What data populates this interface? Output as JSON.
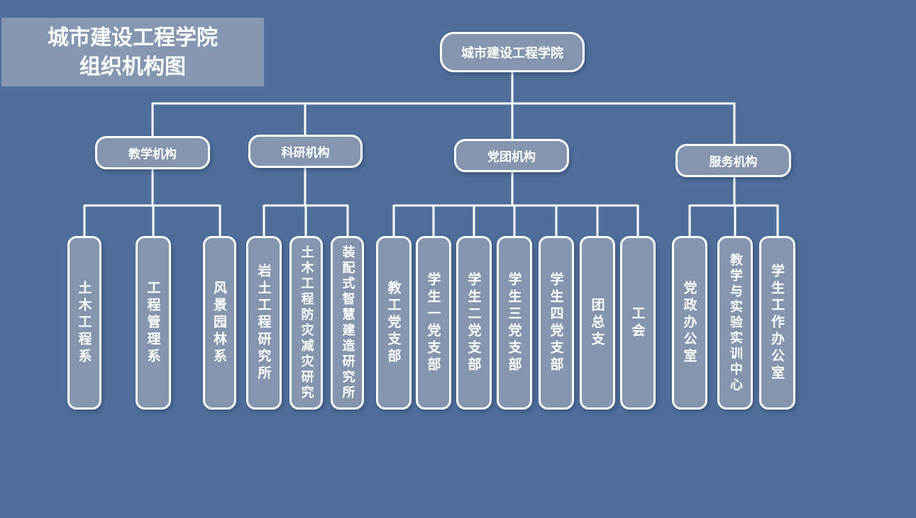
{
  "title": {
    "line1": "城市建设工程学院",
    "line2": "组织机构图"
  },
  "root": {
    "label": "城市建设工程学院"
  },
  "groups": [
    {
      "label": "教学机构",
      "children": [
        "土木工程系",
        "工程管理系",
        "风景园林系"
      ]
    },
    {
      "label": "科研机构",
      "children": [
        "岩土工程研究所",
        "土木工程防灾减灾研究",
        "装配式智慧建造研究所"
      ]
    },
    {
      "label": "党团机构",
      "children": [
        "教工党支部",
        "学生一党支部",
        "学生二党支部",
        "学生三党支部",
        "学生四党支部",
        "团总支",
        "工会"
      ]
    },
    {
      "label": "服务机构",
      "children": [
        "党政办公室",
        "教学与实验实训中心",
        "学生工作办公室"
      ]
    }
  ],
  "colors": {
    "background": "#4E6E9B",
    "node_fill": "#8595AE",
    "title_fill": "#8697B2",
    "connector": "#FFFFFF",
    "text": "#FFFFFF"
  }
}
